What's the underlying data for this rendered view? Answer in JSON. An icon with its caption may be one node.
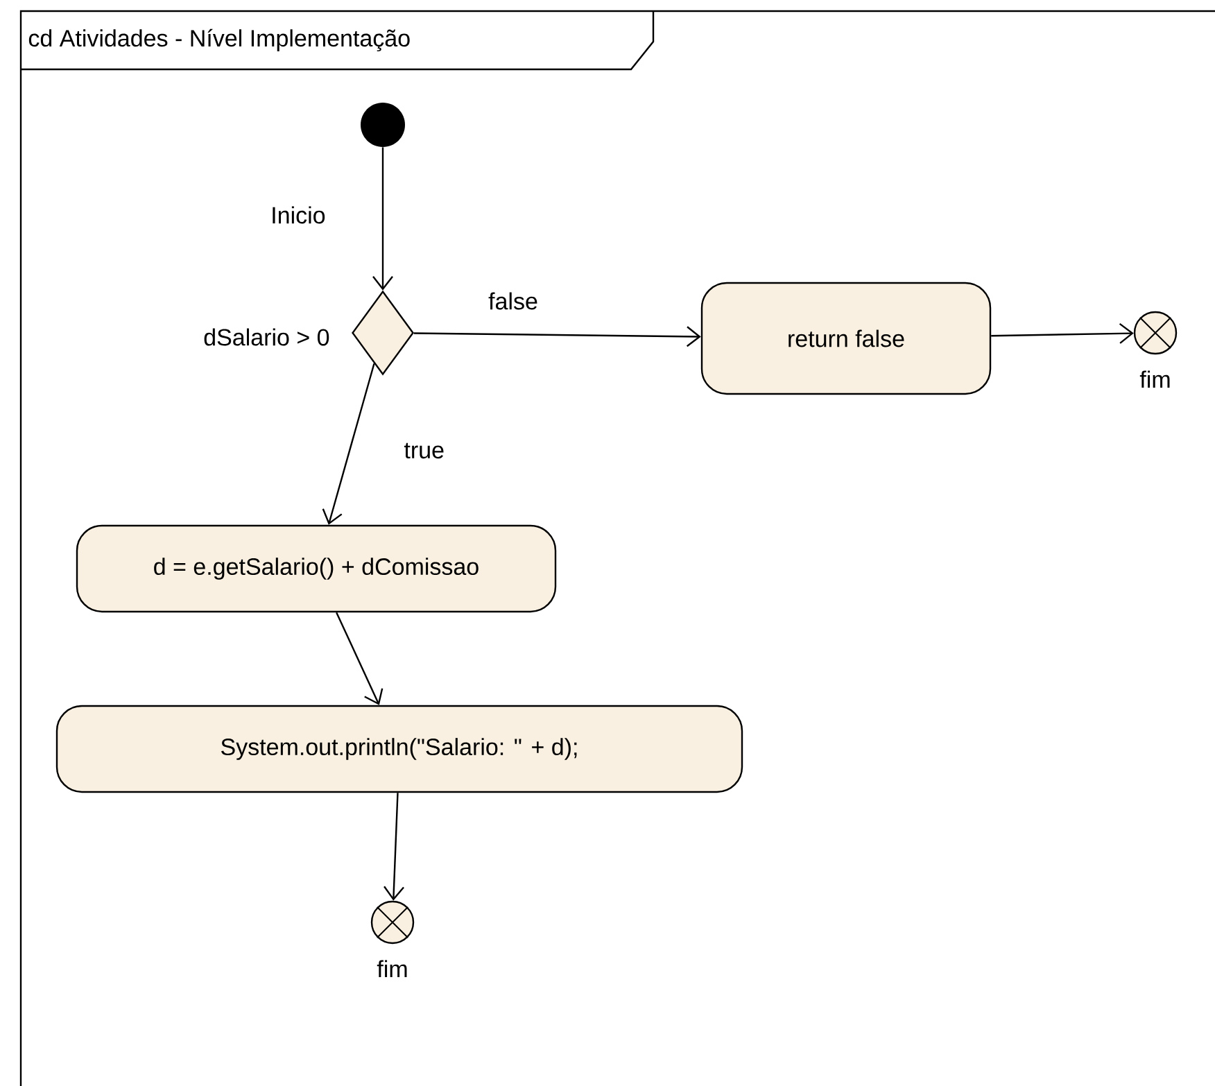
{
  "diagram": {
    "title": "cd Atividades - Nível Implementação",
    "nodes": [
      {
        "text": [],
        "shape": "circle"
      },
      {
        "text": [],
        "shape": "diamond",
        "beside": [
          "dSalario > 0"
        ]
      },
      {
        "text": [
          "return false"
        ]
      },
      {
        "text": [],
        "shape": "circle",
        "beside": [
          "fim"
        ]
      },
      {
        "text": [
          "d = e.getSalario() + dComissao"
        ]
      },
      {
        "text": [
          "System.out.println(\"Salario: \" + d);"
        ]
      },
      {
        "text": [],
        "shape": "circle",
        "beside": [
          "fim"
        ]
      }
    ],
    "edges": [
      {
        "from": 0,
        "to": 1,
        "arrow": "to",
        "label": "Inicio"
      },
      {
        "from": 1,
        "to": 2,
        "arrow": "to",
        "label": "false"
      },
      {
        "from": 2,
        "to": 3,
        "arrow": "to"
      },
      {
        "from": 1,
        "to": 4,
        "arrow": "to",
        "label": "true"
      },
      {
        "from": 4,
        "to": 5,
        "arrow": "to"
      },
      {
        "from": 5,
        "to": 6,
        "arrow": "to"
      }
    ]
  }
}
